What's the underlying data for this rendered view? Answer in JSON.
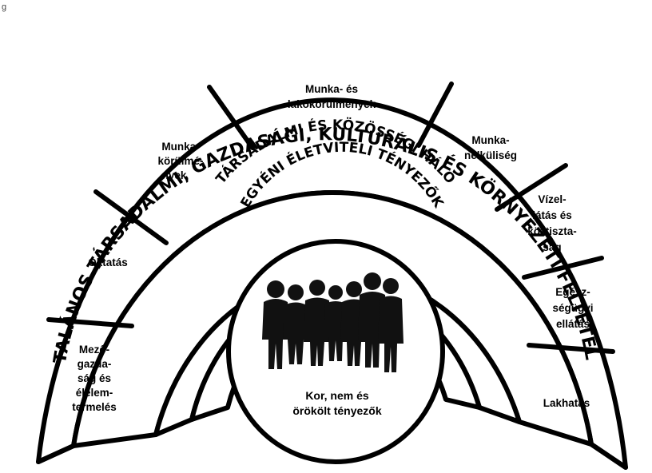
{
  "top_fragment": "g",
  "outer_ring": {
    "title": "ÁLTALÁNOS TÁRSADALMI, GAZDASÁGI, KULTURÁLIS ÉS KÖRNYEZETI FELTÉTELEK",
    "segments": [
      {
        "id": "mezogazdasag",
        "lines": [
          "Mező-",
          "gazda-",
          "ság és",
          "élelem-",
          "termelés"
        ]
      },
      {
        "id": "oktatas",
        "lines": [
          "Oktatás"
        ]
      },
      {
        "id": "munkakorulmenyek",
        "lines": [
          "Munka-",
          "körülmé-",
          "nyek"
        ]
      },
      {
        "id": "munka-es-lakokorulmenyek",
        "lines": [
          "Munka- és",
          "lakókörülmények"
        ]
      },
      {
        "id": "munkanelkuliseg",
        "lines": [
          "Munka-",
          "nélküliség"
        ]
      },
      {
        "id": "vizellatas",
        "lines": [
          "Vízel-",
          "látás és",
          "köztiszta-",
          "ság"
        ]
      },
      {
        "id": "egeszsegugyi-ellatas",
        "lines": [
          "Egész-",
          "ségügyi",
          "ellátás"
        ]
      },
      {
        "id": "lakhatas",
        "lines": [
          "Lakhatás"
        ]
      }
    ]
  },
  "middle_ring": {
    "title": "TÁRSADALMI ÉS KÖZÖSSÉGI HÁLÓ"
  },
  "inner_ring": {
    "title": "EGYÉNI ÉLETVITELI TÉNYEZŐK"
  },
  "core": {
    "lines": [
      "Kor, nem és",
      "örökölt tényezők"
    ],
    "icon": "people-group-icon"
  }
}
